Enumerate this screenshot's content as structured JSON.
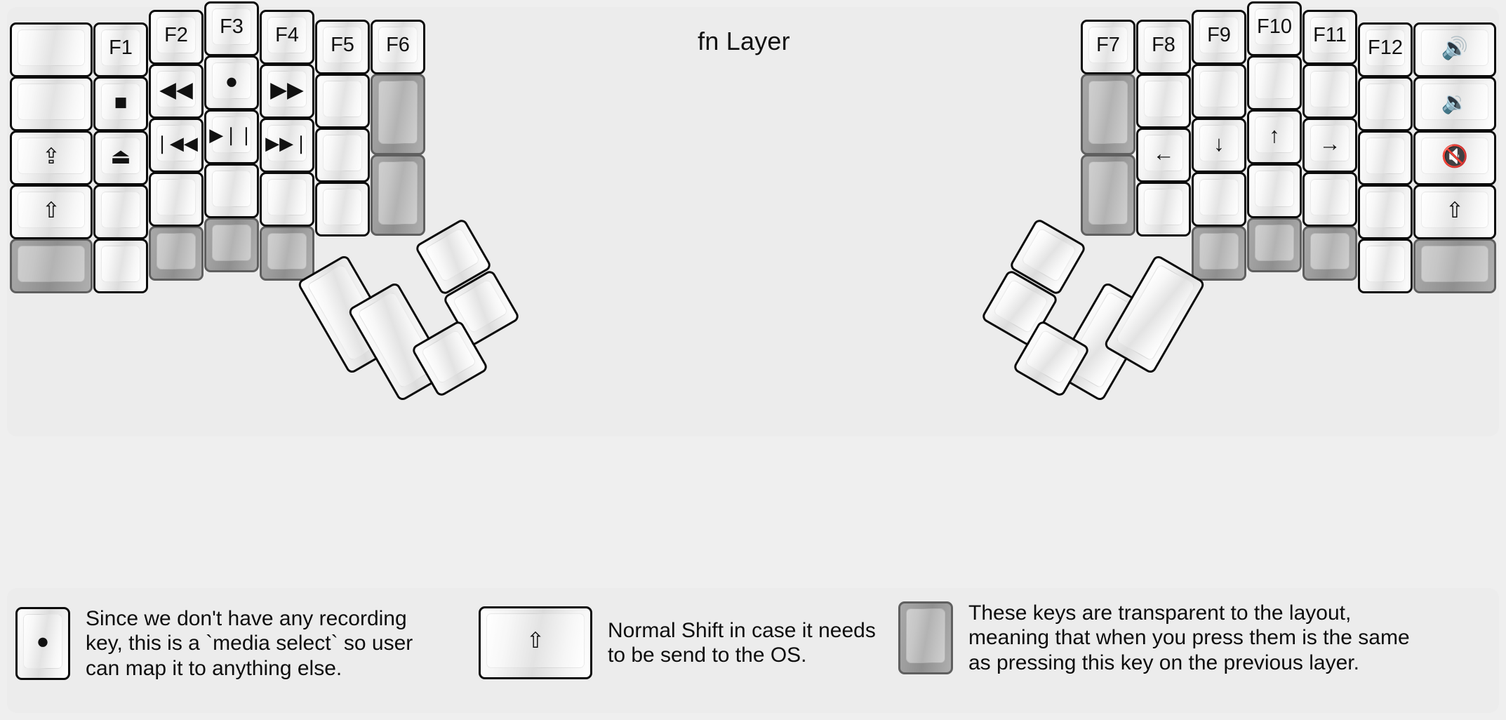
{
  "title": "fn Layer",
  "colors": {
    "background": "#efefef",
    "panel": "#ececec",
    "key_border": "#0b0b0b",
    "key_face": "#dcdcdc",
    "transparent_key": "#9d9d9d",
    "transparent_border": "#5f5f5f",
    "text": "#111111"
  },
  "icons": {
    "record": "●",
    "stop": "■",
    "eject": "⏏",
    "rewind": "◀◀",
    "fast_forward": "▶▶",
    "prev_track": "❘◀◀",
    "next_track": "▶▶❘",
    "play_pause": "▶❘❘",
    "caps_lock": "⇪",
    "shift": "⇧",
    "arrow_left": "←",
    "arrow_down": "↓",
    "arrow_up": "↑",
    "arrow_right": "→",
    "volume_up": "🔊",
    "volume_down": "🔉",
    "volume_mute": "🔇"
  },
  "left_half": {
    "name": "left-keyboard-half",
    "columns": [
      {
        "name": "pinky-outer-column",
        "keys": [
          {
            "name": "key-l-c0-r0",
            "label": "",
            "transparent": false
          },
          {
            "name": "key-l-c0-r1",
            "label": "",
            "transparent": false
          },
          {
            "name": "key-l-c0-r2-capslock",
            "label": "⇪",
            "transparent": false
          },
          {
            "name": "key-l-c0-r3-shift",
            "label": "⇧",
            "transparent": false
          },
          {
            "name": "key-l-c0-r4",
            "label": "",
            "transparent": true
          }
        ]
      },
      {
        "name": "pinky-column",
        "keys": [
          {
            "name": "key-l-c1-r0-f1",
            "label": "F1",
            "transparent": false
          },
          {
            "name": "key-l-c1-r1-stop",
            "label": "■",
            "transparent": false
          },
          {
            "name": "key-l-c1-r2-eject",
            "label": "⏏",
            "transparent": false
          },
          {
            "name": "key-l-c1-r3",
            "label": "",
            "transparent": false
          },
          {
            "name": "key-l-c1-r4",
            "label": "",
            "transparent": false
          }
        ]
      },
      {
        "name": "ring-column",
        "keys": [
          {
            "name": "key-l-c2-r0-f2",
            "label": "F2",
            "transparent": false
          },
          {
            "name": "key-l-c2-r1-rewind",
            "label": "◀◀",
            "transparent": false
          },
          {
            "name": "key-l-c2-r2-prev-track",
            "label": "❘◀◀",
            "transparent": false
          },
          {
            "name": "key-l-c2-r3",
            "label": "",
            "transparent": false
          },
          {
            "name": "key-l-c2-r4",
            "label": "",
            "transparent": true
          }
        ]
      },
      {
        "name": "middle-column",
        "keys": [
          {
            "name": "key-l-c3-r0-f3",
            "label": "F3",
            "transparent": false
          },
          {
            "name": "key-l-c3-r1-record",
            "label": "●",
            "transparent": false
          },
          {
            "name": "key-l-c3-r2-play-pause",
            "label": "▶❘❘",
            "transparent": false
          },
          {
            "name": "key-l-c3-r3",
            "label": "",
            "transparent": false
          },
          {
            "name": "key-l-c3-r4",
            "label": "",
            "transparent": true
          }
        ]
      },
      {
        "name": "index-column",
        "keys": [
          {
            "name": "key-l-c4-r0-f4",
            "label": "F4",
            "transparent": false
          },
          {
            "name": "key-l-c4-r1-fast-forward",
            "label": "▶▶",
            "transparent": false
          },
          {
            "name": "key-l-c4-r2-next-track",
            "label": "▶▶❘",
            "transparent": false
          },
          {
            "name": "key-l-c4-r3",
            "label": "",
            "transparent": false
          },
          {
            "name": "key-l-c4-r4",
            "label": "",
            "transparent": true
          }
        ]
      },
      {
        "name": "index-inner-column",
        "keys": [
          {
            "name": "key-l-c5-r0-f5",
            "label": "F5",
            "transparent": false
          },
          {
            "name": "key-l-c5-r1",
            "label": "",
            "transparent": false
          },
          {
            "name": "key-l-c5-r2",
            "label": "",
            "transparent": false
          },
          {
            "name": "key-l-c5-r3",
            "label": "",
            "transparent": false
          }
        ]
      },
      {
        "name": "inner-extra-column",
        "keys": [
          {
            "name": "key-l-c6-r0-f6",
            "label": "F6",
            "transparent": false
          },
          {
            "name": "key-l-c6-r1-tall",
            "label": "",
            "transparent": true
          },
          {
            "name": "key-l-c6-r2-tall",
            "label": "",
            "transparent": true
          }
        ]
      }
    ],
    "thumb_cluster": {
      "name": "left-thumb-cluster",
      "keys": [
        {
          "name": "thumb-l-1",
          "label": ""
        },
        {
          "name": "thumb-l-2",
          "label": ""
        },
        {
          "name": "thumb-l-3",
          "label": ""
        },
        {
          "name": "thumb-l-4",
          "label": ""
        },
        {
          "name": "thumb-l-5",
          "label": ""
        }
      ]
    }
  },
  "right_half": {
    "name": "right-keyboard-half",
    "columns": [
      {
        "name": "inner-extra-column",
        "keys": [
          {
            "name": "key-r-c0-r0-f7",
            "label": "F7",
            "transparent": false
          },
          {
            "name": "key-r-c0-r1-tall",
            "label": "",
            "transparent": true
          },
          {
            "name": "key-r-c0-r2-tall",
            "label": "",
            "transparent": true
          }
        ]
      },
      {
        "name": "index-inner-column",
        "keys": [
          {
            "name": "key-r-c1-r0-f8",
            "label": "F8",
            "transparent": false
          },
          {
            "name": "key-r-c1-r1",
            "label": "",
            "transparent": false
          },
          {
            "name": "key-r-c1-r2-arrow-left",
            "label": "←",
            "transparent": false
          },
          {
            "name": "key-r-c1-r3",
            "label": "",
            "transparent": false
          }
        ]
      },
      {
        "name": "index-column",
        "keys": [
          {
            "name": "key-r-c2-r0-f9",
            "label": "F9",
            "transparent": false
          },
          {
            "name": "key-r-c2-r1",
            "label": "",
            "transparent": false
          },
          {
            "name": "key-r-c2-r2-arrow-down",
            "label": "↓",
            "transparent": false
          },
          {
            "name": "key-r-c2-r3",
            "label": "",
            "transparent": false
          },
          {
            "name": "key-r-c2-r4",
            "label": "",
            "transparent": true
          }
        ]
      },
      {
        "name": "middle-column",
        "keys": [
          {
            "name": "key-r-c3-r0-f10",
            "label": "F10",
            "transparent": false
          },
          {
            "name": "key-r-c3-r1",
            "label": "",
            "transparent": false
          },
          {
            "name": "key-r-c3-r2-arrow-up",
            "label": "↑",
            "transparent": false
          },
          {
            "name": "key-r-c3-r3",
            "label": "",
            "transparent": false
          },
          {
            "name": "key-r-c3-r4",
            "label": "",
            "transparent": true
          }
        ]
      },
      {
        "name": "ring-column",
        "keys": [
          {
            "name": "key-r-c4-r0-f11",
            "label": "F11",
            "transparent": false
          },
          {
            "name": "key-r-c4-r1",
            "label": "",
            "transparent": false
          },
          {
            "name": "key-r-c4-r2-arrow-right",
            "label": "→",
            "transparent": false
          },
          {
            "name": "key-r-c4-r3",
            "label": "",
            "transparent": false
          },
          {
            "name": "key-r-c4-r4",
            "label": "",
            "transparent": true
          }
        ]
      },
      {
        "name": "pinky-column",
        "keys": [
          {
            "name": "key-r-c5-r0-f12",
            "label": "F12",
            "transparent": false
          },
          {
            "name": "key-r-c5-r1",
            "label": "",
            "transparent": false
          },
          {
            "name": "key-r-c5-r2",
            "label": "",
            "transparent": false
          },
          {
            "name": "key-r-c5-r3",
            "label": "",
            "transparent": false
          },
          {
            "name": "key-r-c5-r4",
            "label": "",
            "transparent": false
          }
        ]
      },
      {
        "name": "pinky-outer-column",
        "keys": [
          {
            "name": "key-r-c6-r0-volume-up",
            "label": "🔊",
            "transparent": false
          },
          {
            "name": "key-r-c6-r1-volume-down",
            "label": "🔉",
            "transparent": false
          },
          {
            "name": "key-r-c6-r2-mute",
            "label": "🔇",
            "transparent": false
          },
          {
            "name": "key-r-c6-r3-shift",
            "label": "⇧",
            "transparent": false
          },
          {
            "name": "key-r-c6-r4",
            "label": "",
            "transparent": true
          }
        ]
      }
    ],
    "thumb_cluster": {
      "name": "right-thumb-cluster",
      "keys": [
        {
          "name": "thumb-r-1",
          "label": ""
        },
        {
          "name": "thumb-r-2",
          "label": ""
        },
        {
          "name": "thumb-r-3",
          "label": ""
        },
        {
          "name": "thumb-r-4",
          "label": ""
        },
        {
          "name": "thumb-r-5",
          "label": ""
        }
      ]
    }
  },
  "legend": [
    {
      "name": "legend-record-key",
      "key_label": "●",
      "key_style": "normal",
      "text": "Since we don't have any recording\nkey, this is a `media select` so user\ncan map it to anything else."
    },
    {
      "name": "legend-shift-key",
      "key_label": "⇧",
      "key_style": "normal",
      "text": "Normal Shift in case it needs\nto be send to the OS."
    },
    {
      "name": "legend-transparent-key",
      "key_label": "",
      "key_style": "transparent",
      "text": "These keys are transparent to the layout,\nmeaning that when you press them is the same\nas pressing this key on the previous layer."
    }
  ]
}
